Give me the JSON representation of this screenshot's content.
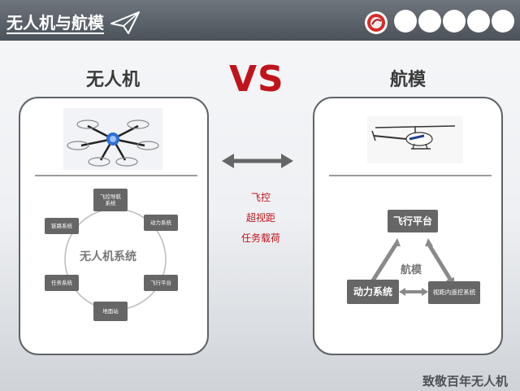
{
  "header": {
    "title": "无人机与航模"
  },
  "vs_label": "VS",
  "left": {
    "title": "无人机",
    "center_label": "无人机系统",
    "nodes": [
      "飞控导航\n系统",
      "动力系统",
      "飞行平台",
      "地面站",
      "任务系统",
      "链路系统"
    ]
  },
  "right": {
    "title": "航模",
    "center_label": "航模",
    "nodes": [
      "飞行平台",
      "动力系统",
      "视距内遥控系统"
    ]
  },
  "middle": {
    "items": [
      "飞控",
      "超视距",
      "任务载荷"
    ]
  },
  "footer": {
    "text": "致敬百年无人机"
  },
  "colors": {
    "accent": "#c0141c",
    "node": "#666666",
    "header": "#5a6068"
  }
}
